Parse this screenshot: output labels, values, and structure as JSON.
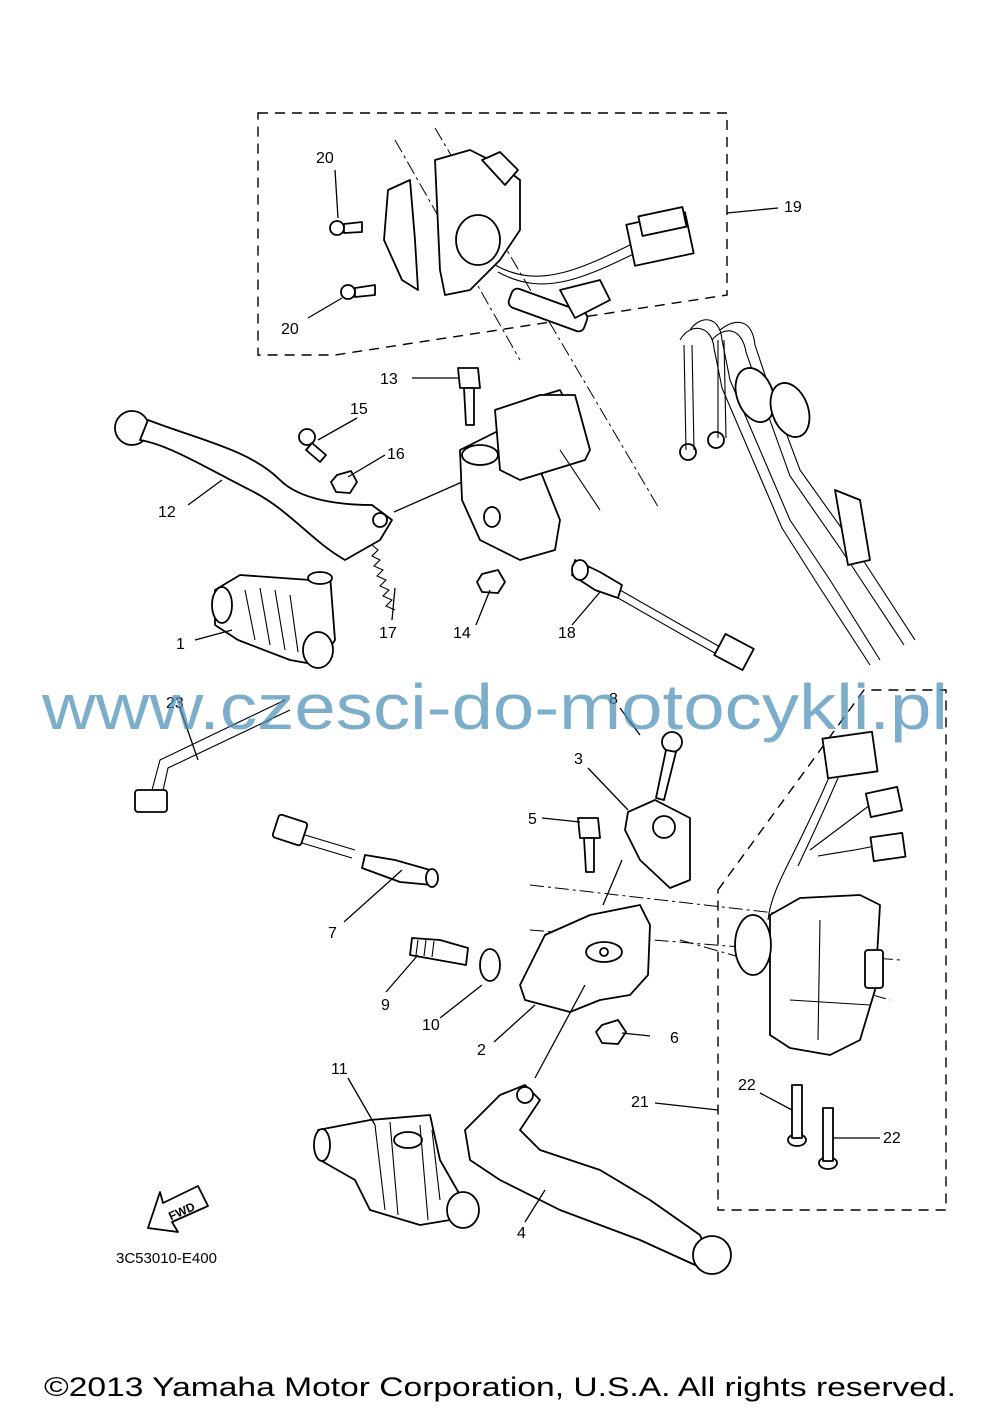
{
  "labels": {
    "l1": "1",
    "l2": "2",
    "l3": "3",
    "l4": "4",
    "l5": "5",
    "l6": "6",
    "l7": "7",
    "l8": "8",
    "l9": "9",
    "l10": "10",
    "l11": "11",
    "l12": "12",
    "l13": "13",
    "l14": "14",
    "l15": "15",
    "l16": "16",
    "l17": "17",
    "l18": "18",
    "l19": "19",
    "l20a": "20",
    "l20b": "20",
    "l21": "21",
    "l22a": "22",
    "l22b": "22",
    "l23": "23"
  },
  "watermark": "www.czesci-do-motocykli.pl",
  "diagram_code": "3C53010-E400",
  "fwd_label": "FWD",
  "copyright": "©2013 Yamaha Motor Corporation, U.S.A. All rights reserved."
}
